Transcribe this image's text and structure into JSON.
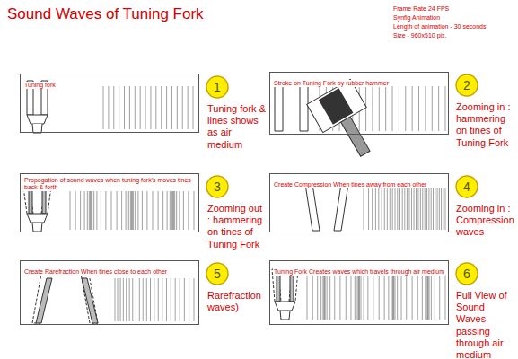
{
  "diagram": {
    "title": "Sound Waves of Tuning Fork",
    "nodes": [
      {
        "text": [
          "Tuning fork"
        ]
      },
      {
        "text": [
          "1"
        ]
      },
      {
        "text": [
          "Stroke on Tuning Fork by rubber hammer"
        ]
      },
      {
        "text": [
          "2"
        ]
      },
      {
        "text": [
          "Propogation of sound waves when tuning fork's moves tines back & forth"
        ]
      },
      {
        "text": [
          "3"
        ]
      },
      {
        "text": [
          "Create Compression When tines away from each other"
        ]
      },
      {
        "text": [
          "4"
        ]
      },
      {
        "text": [
          "Create Rarefraction When tines close to each other"
        ]
      },
      {
        "text": [
          "5"
        ]
      },
      {
        "text": [
          "Tuning Fork Creates waves which travels through air medium"
        ]
      },
      {
        "text": [
          "6"
        ]
      }
    ],
    "labels": [
      "Frame Rate 24 FPS",
      "Synfig Animation",
      "Length of animation - 30 seconds",
      "Size - 960x510 pix.",
      "Tuning fork & lines shows as air medium",
      "Zooming in : hammering on tines of Tuning Fork",
      "Zooming out : hammering on tines of Tuning Fork",
      "Zooming in : Compression waves",
      "Rarefraction waves)",
      "Full View of Sound Waves passing through air medium"
    ]
  }
}
